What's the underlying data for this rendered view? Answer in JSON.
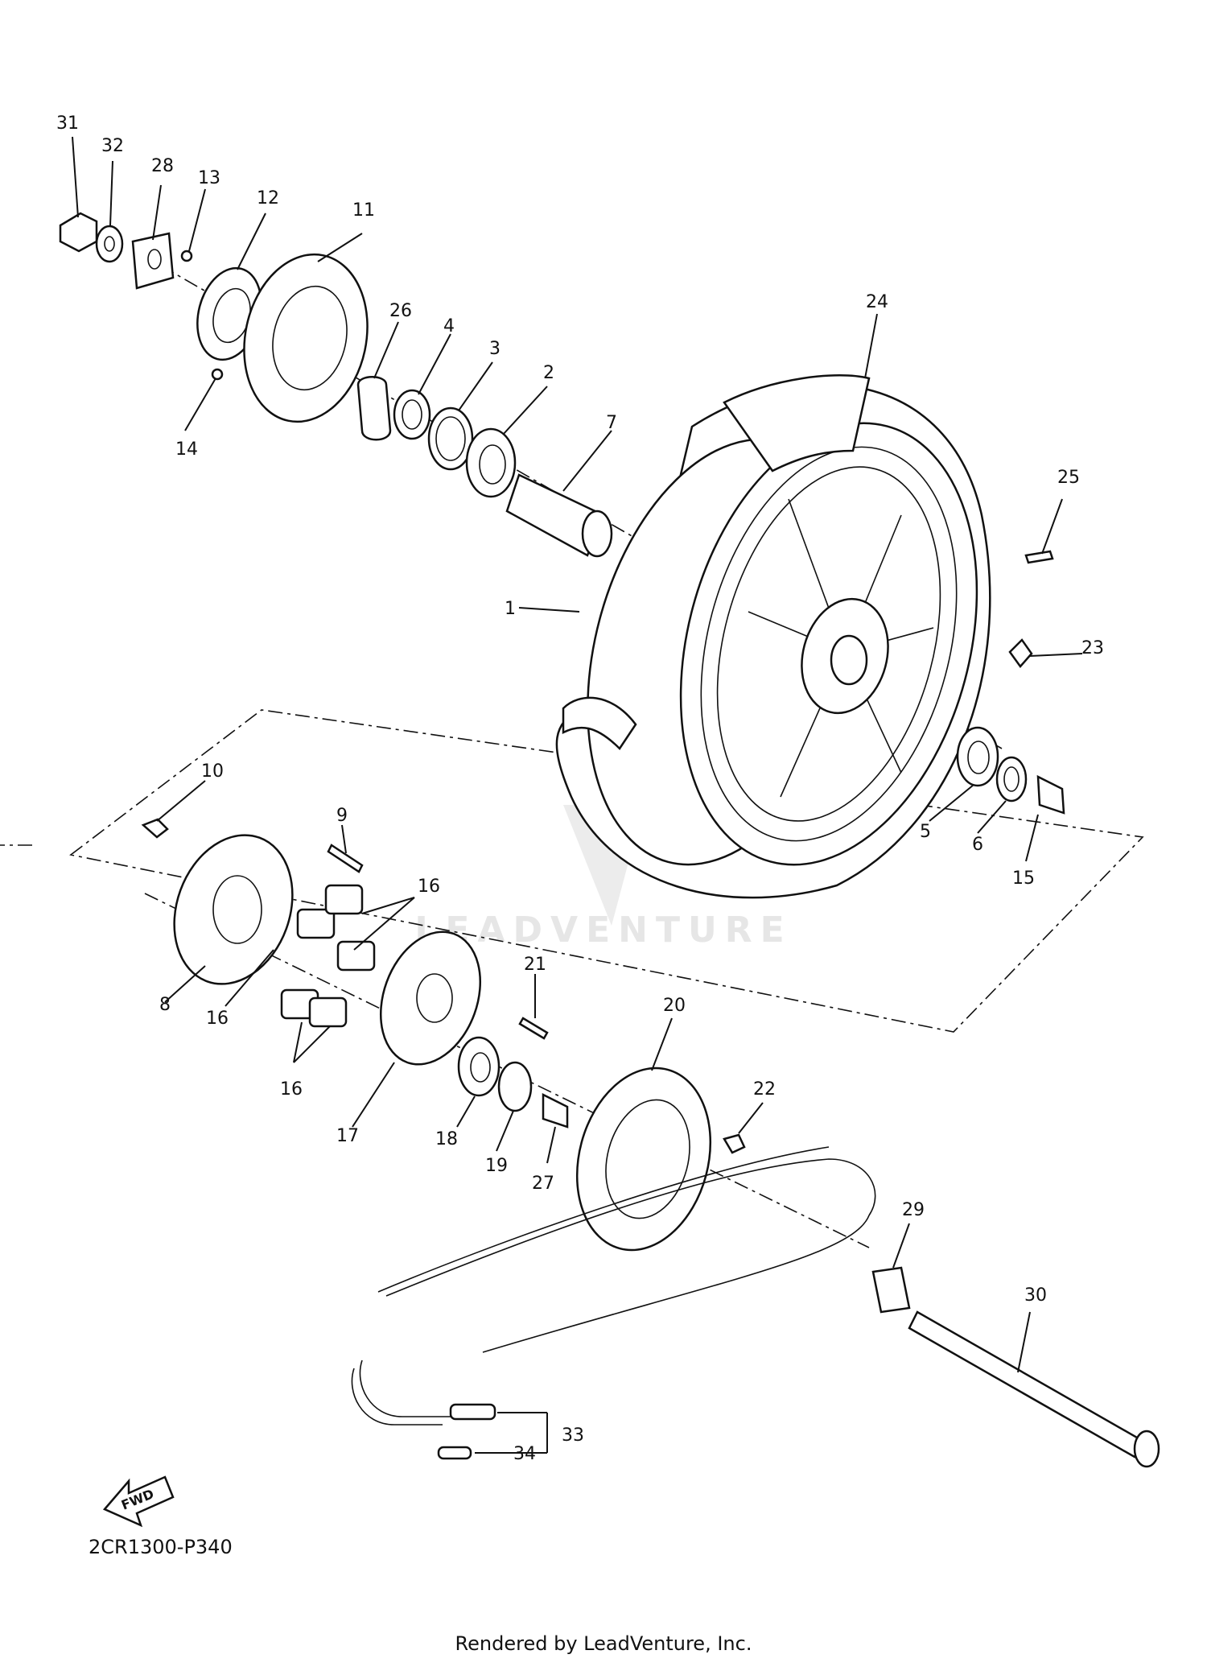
{
  "diagram": {
    "code": "2CR1300-P340",
    "fwd_label": "FWD",
    "watermark": "LEADVENTURE",
    "footer": "Rendered by LeadVenture, Inc.",
    "callouts": [
      "1",
      "2",
      "3",
      "4",
      "5",
      "6",
      "7",
      "8",
      "9",
      "10",
      "11",
      "12",
      "13",
      "14",
      "15",
      "16",
      "17",
      "18",
      "19",
      "20",
      "21",
      "22",
      "23",
      "24",
      "25",
      "26",
      "27",
      "28",
      "29",
      "30",
      "31",
      "32",
      "33",
      "34"
    ]
  }
}
